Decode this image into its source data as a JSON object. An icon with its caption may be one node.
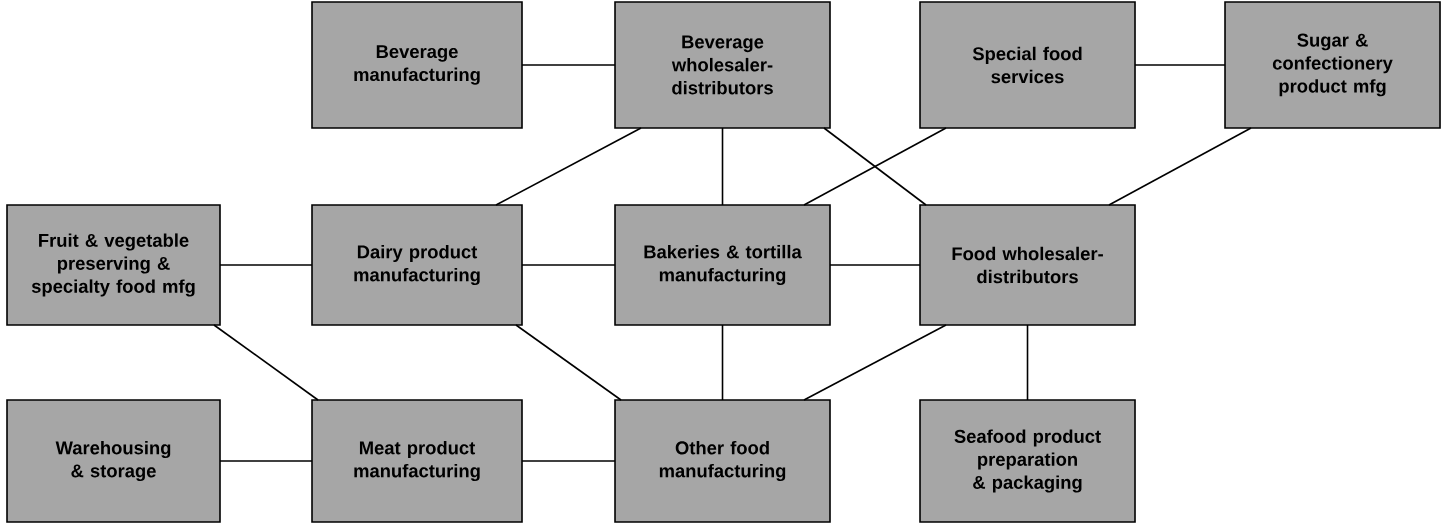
{
  "diagram": {
    "nodes": [
      {
        "text": [
          "Beverage manufacturing"
        ]
      },
      {
        "text": [
          "Beverage wholesaler-distributors"
        ]
      },
      {
        "text": [
          "Special food services"
        ]
      },
      {
        "text": [
          "Sugar & confectionery product mfg"
        ]
      },
      {
        "text": [
          "Fruit & vegetable preserving & specialty food mfg"
        ]
      },
      {
        "text": [
          "Dairy product manufacturing"
        ]
      },
      {
        "text": [
          "Bakeries & tortilla manufacturing"
        ]
      },
      {
        "text": [
          "Food wholesaler-distributors"
        ]
      },
      {
        "text": [
          "Warehousing & storage"
        ]
      },
      {
        "text": [
          "Meat product manufacturing"
        ]
      },
      {
        "text": [
          "Other food manufacturing"
        ]
      },
      {
        "text": [
          "Seafood product preparation & packaging"
        ]
      }
    ],
    "edges": [
      {
        "from": 0,
        "to": 1,
        "arrow": "none"
      },
      {
        "from": 2,
        "to": 3,
        "arrow": "none"
      },
      {
        "from": 1,
        "to": 5,
        "arrow": "none"
      },
      {
        "from": 1,
        "to": 6,
        "arrow": "none"
      },
      {
        "from": 1,
        "to": 7,
        "arrow": "none"
      },
      {
        "from": 2,
        "to": 6,
        "arrow": "none"
      },
      {
        "from": 3,
        "to": 7,
        "arrow": "none"
      },
      {
        "from": 4,
        "to": 5,
        "arrow": "none"
      },
      {
        "from": 5,
        "to": 6,
        "arrow": "none"
      },
      {
        "from": 6,
        "to": 7,
        "arrow": "none"
      },
      {
        "from": 4,
        "to": 9,
        "arrow": "none"
      },
      {
        "from": 5,
        "to": 10,
        "arrow": "none"
      },
      {
        "from": 6,
        "to": 10,
        "arrow": "none"
      },
      {
        "from": 7,
        "to": 10,
        "arrow": "none"
      },
      {
        "from": 7,
        "to": 11,
        "arrow": "none"
      },
      {
        "from": 8,
        "to": 9,
        "arrow": "none"
      },
      {
        "from": 9,
        "to": 10,
        "arrow": "none"
      }
    ]
  }
}
